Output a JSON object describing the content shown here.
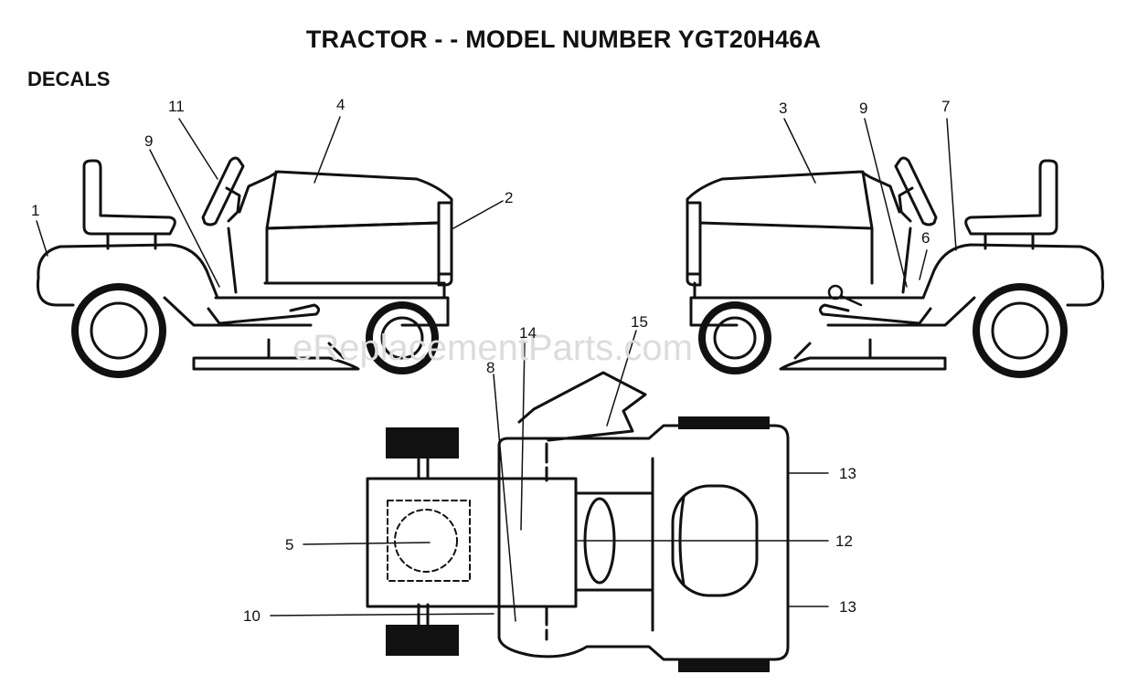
{
  "header": {
    "title": "TRACTOR - - MODEL NUMBER YGT20H46A",
    "section": "DECALS"
  },
  "watermark": "eReplacementParts.com",
  "callouts": {
    "c1": "1",
    "c2": "2",
    "c3": "3",
    "c4": "4",
    "c5": "5",
    "c6": "6",
    "c7": "7",
    "c8": "8",
    "c9a": "9",
    "c9b": "9",
    "c10": "10",
    "c11": "11",
    "c12": "12",
    "c13a": "13",
    "c13b": "13",
    "c14": "14",
    "c15": "15"
  }
}
